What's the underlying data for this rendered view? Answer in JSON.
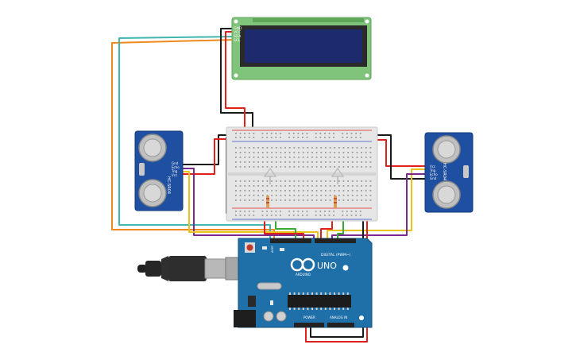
{
  "lcd": {
    "pins": [
      "GND",
      "VCC",
      "SDA",
      "SCL"
    ],
    "colors": {
      "pcb": "#7fc47a",
      "screen": "#1d2a6e",
      "frame": "#2a2a2a"
    }
  },
  "sensor_left": {
    "label": "HC-SR04",
    "pins": [
      "Gnd",
      "Echo",
      "Trig",
      "Vcc"
    ]
  },
  "sensor_right": {
    "label": "HC-SR04",
    "pins": [
      "Vcc",
      "Trig",
      "Echo",
      "Gnd"
    ]
  },
  "arduino": {
    "model": "UNO",
    "brand": "ARDUINO",
    "digital_label": "DIGITAL (PWM~)",
    "power_label": "POWER",
    "analog_label": "ANALOG IN",
    "aref_label": "AREF",
    "colors": {
      "board": "#1f6fa8",
      "header": "#222222"
    }
  },
  "wire_colors": {
    "red": "#e0201b",
    "black": "#1a1a1a",
    "orange": "#f08a1c",
    "teal": "#3fb5b0",
    "yellow": "#e8c41a",
    "purple": "#7a2a8e",
    "green": "#3aaa35"
  }
}
